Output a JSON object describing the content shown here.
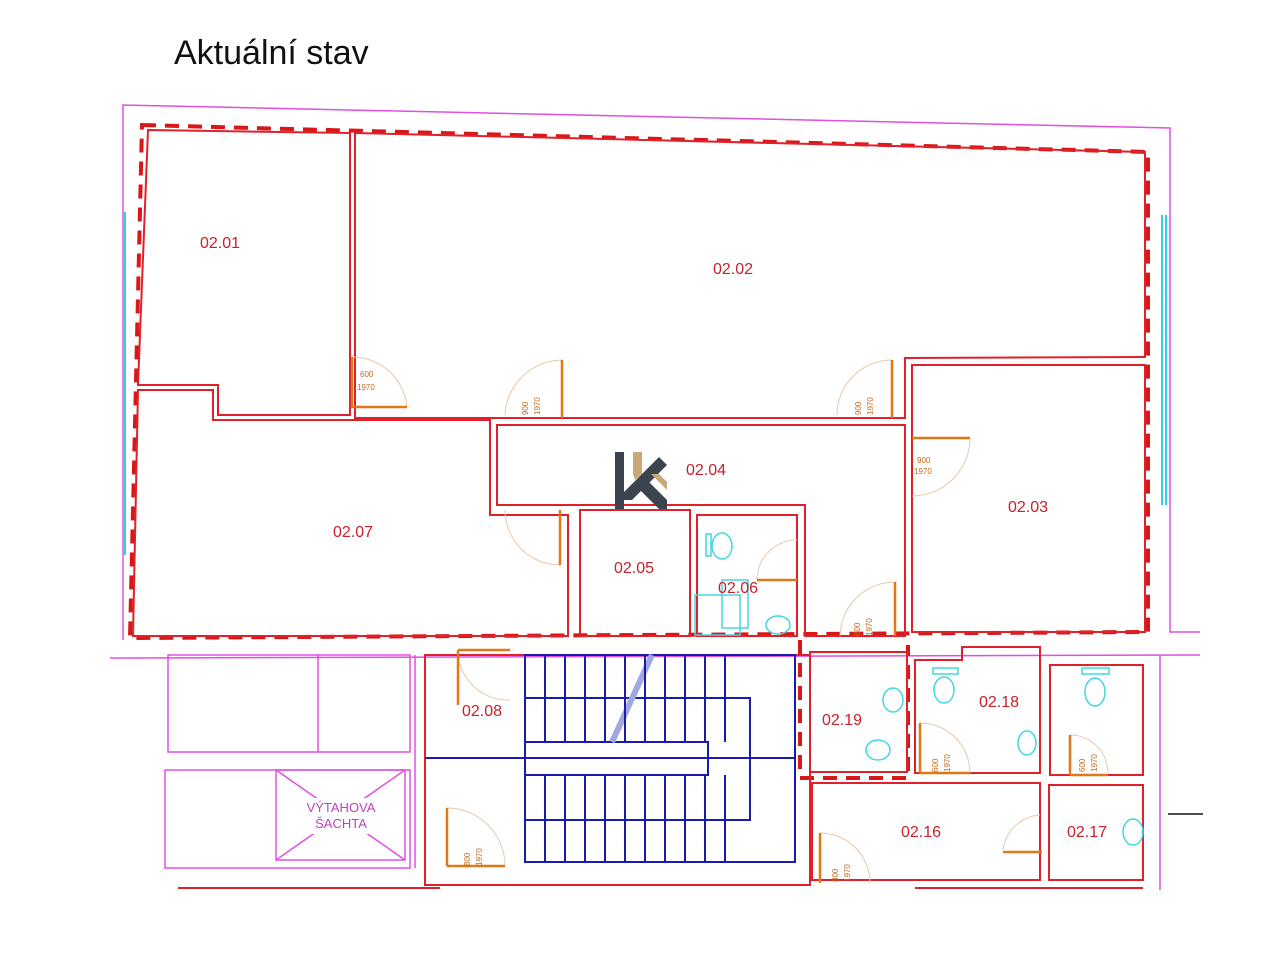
{
  "title": "Aktuální stav",
  "rooms": {
    "r0201": "02.01",
    "r0202": "02.02",
    "r0203": "02.03",
    "r0204": "02.04",
    "r0205": "02.05",
    "r0206": "02.06",
    "r0207": "02.07",
    "r0208": "02.08",
    "r0216": "02.16",
    "r0217": "02.17",
    "r0218": "02.18",
    "r0219": "02.19"
  },
  "shaft": {
    "line1": "VÝTAHOVA",
    "line2": "ŠACHTA"
  },
  "doors": {
    "w600": "600",
    "w800": "800",
    "w900": "900",
    "h1970": "1970"
  },
  "colors": {
    "wall": "#e0202a",
    "boundary": "#d81818",
    "stairs": "#1a1ab0",
    "outline": "#e050e0",
    "door": "#e07818"
  }
}
